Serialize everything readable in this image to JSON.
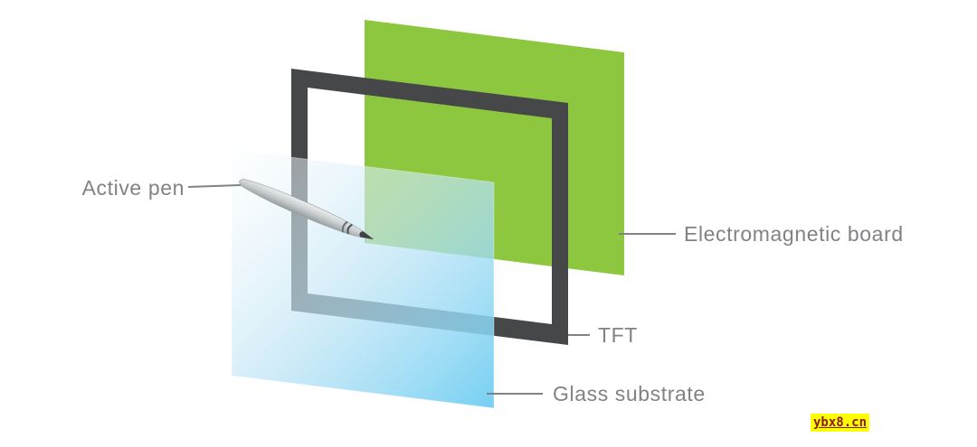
{
  "diagram": {
    "labels": {
      "active_pen": "Active pen",
      "electromagnetic_board": "Electromagnetic board",
      "tft": "TFT",
      "glass_substrate": "Glass substrate"
    },
    "watermark": "ybx8.cn",
    "colors": {
      "board_green": "#8dc63f",
      "frame_dark": "#454749",
      "glass_blue_deep": "#6fcdf2",
      "label_gray": "#808285",
      "pen_body_gray": "#c9cdcf",
      "watermark_bg": "#ffff00",
      "watermark_text": "#8b1a1a"
    }
  }
}
